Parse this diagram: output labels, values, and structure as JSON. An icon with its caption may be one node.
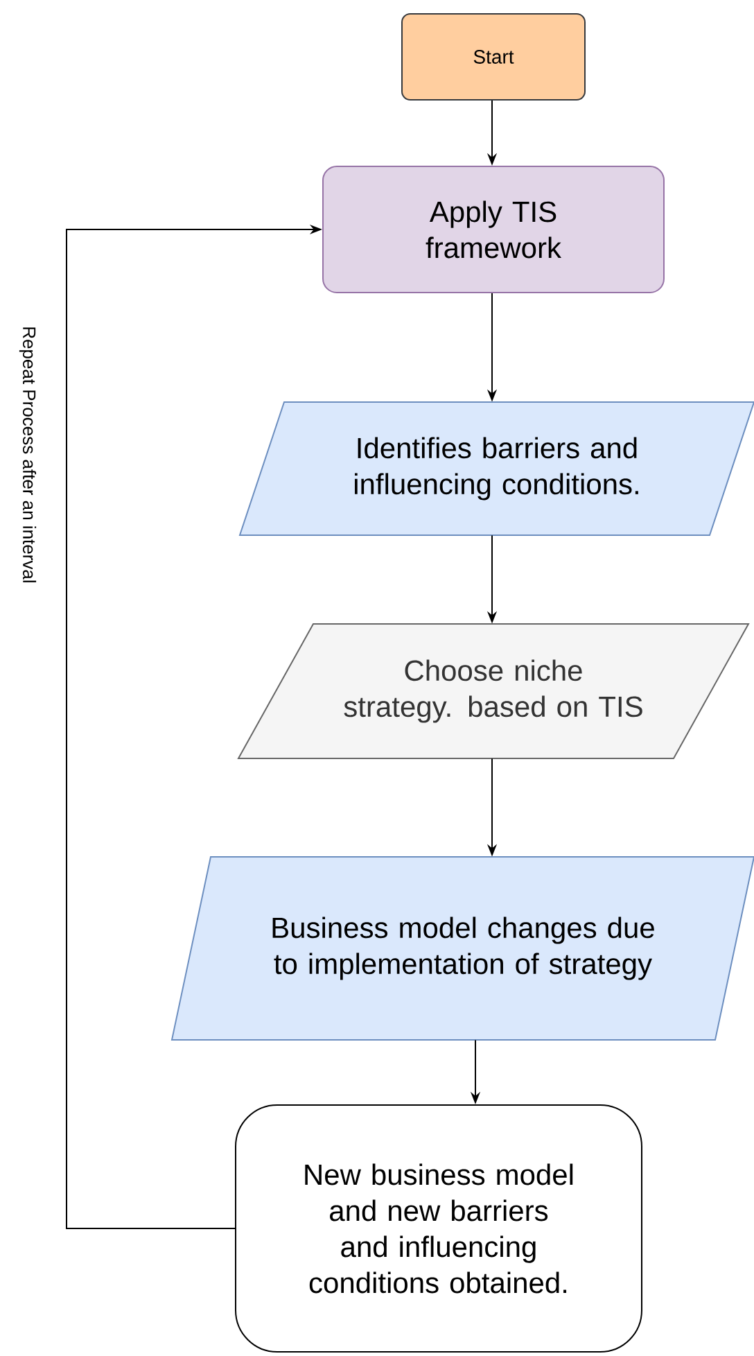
{
  "diagram": {
    "nodes": [
      {
        "text": [
          "Start"
        ]
      },
      {
        "text": [
          "Apply TIS framework"
        ]
      },
      {
        "text": [
          "Identifies barriers and influencing conditions."
        ]
      },
      {
        "text": [
          "Choose niche strategy. based on TIS"
        ]
      },
      {
        "text": [
          "Business model changes due to implementation of strategy"
        ]
      },
      {
        "text": [
          "New business model and new barriers and influencing conditions obtained."
        ]
      }
    ],
    "edges": [
      {
        "from": 0,
        "to": 1,
        "arrow": "to"
      },
      {
        "from": 1,
        "to": 2,
        "arrow": "to"
      },
      {
        "from": 2,
        "to": 3,
        "arrow": "to"
      },
      {
        "from": 3,
        "to": 4,
        "arrow": "to"
      },
      {
        "from": 4,
        "to": 5,
        "arrow": "to"
      },
      {
        "from": 5,
        "to": 1,
        "arrow": "to",
        "label": "Repeat Process after an interval"
      }
    ]
  }
}
